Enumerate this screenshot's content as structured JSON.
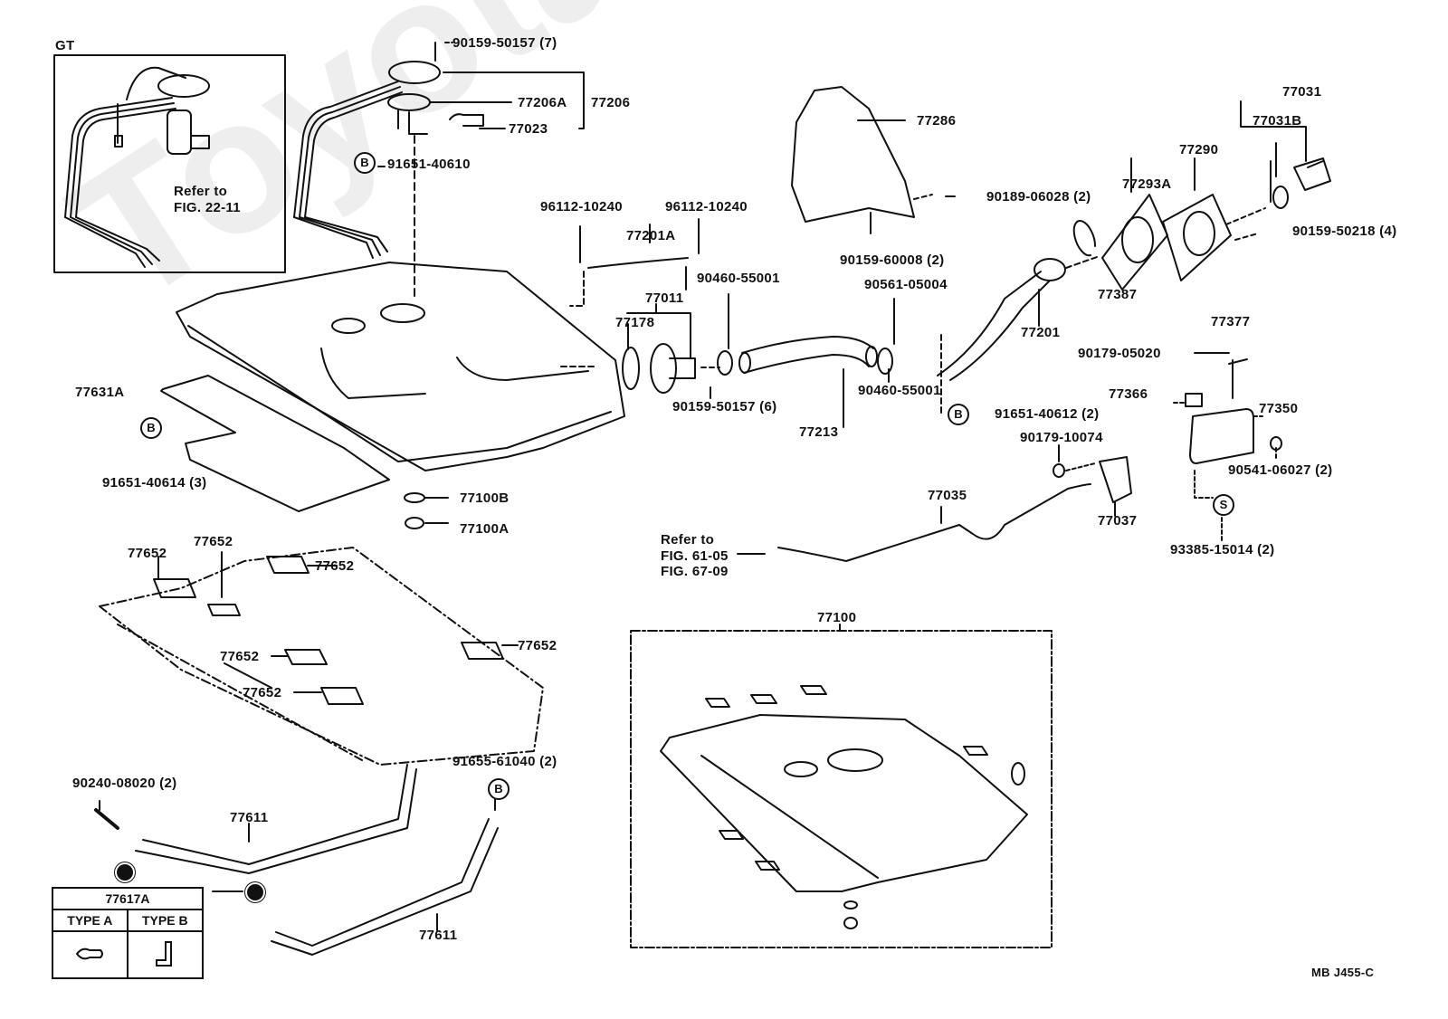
{
  "diagram": {
    "title": "Fuel Tank & Tube Parts Diagram",
    "watermark": "ToyotaCarWiki",
    "figure_code": "MB J455-C",
    "gt_inset": {
      "heading": "GT",
      "refer_line1": "Refer to",
      "refer_line2": "FIG. 22-11"
    },
    "labels": {
      "p90159_50157_7": "90159-50157 (7)",
      "p77206A": "77206A",
      "p77206": "77206",
      "p77023": "77023",
      "p91651_40610": "91651-40610",
      "p96112_10240_a": "96112-10240",
      "p96112_10240_b": "96112-10240",
      "p77201A": "77201A",
      "p90460_55001_a": "90460-55001",
      "p77011": "77011",
      "p77178": "77178",
      "p90159_50157_6": "90159-50157 (6)",
      "p77213": "77213",
      "p77286": "77286",
      "p90189_06028": "90189-06028 (2)",
      "p90159_60008": "90159-60008 (2)",
      "p90561_05004": "90561-05004",
      "p90460_55001_b": "90460-55001",
      "p77201": "77201",
      "p77387": "77387",
      "p77293A": "77293A",
      "p77290": "77290",
      "p77031": "77031",
      "p77031B": "77031B",
      "p90159_50218": "90159-50218 (4)",
      "p91651_40612": "91651-40612 (2)",
      "p77377": "77377",
      "p90179_05020": "90179-05020",
      "p77366": "77366",
      "p77350": "77350",
      "p90541_06027": "90541-06027 (2)",
      "p93385_15014": "93385-15014 (2)",
      "p90179_10074": "90179-10074",
      "p77037": "77037",
      "p77035": "77035",
      "refer_fig61_l1": "Refer to",
      "refer_fig61_l2": "FIG. 61-05",
      "refer_fig61_l3": "FIG. 67-09",
      "p77631A": "77631A",
      "p91651_40614": "91651-40614 (3)",
      "p77100B": "77100B",
      "p77100A": "77100A",
      "p77652_1": "77652",
      "p77652_2": "77652",
      "p77652_3": "77652",
      "p77652_4": "77652",
      "p77652_5": "77652",
      "p77652_6": "77652",
      "p77100": "77100",
      "p90240_08020": "90240-08020 (2)",
      "p91655_61040": "91655-61040 (2)",
      "p77611_a": "77611",
      "p77611_b": "77611"
    },
    "markers": {
      "bolt_marker": "B",
      "screw_marker": "S"
    },
    "type_table": {
      "part": "77617A",
      "type_a": "TYPE A",
      "type_b": "TYPE B"
    }
  }
}
